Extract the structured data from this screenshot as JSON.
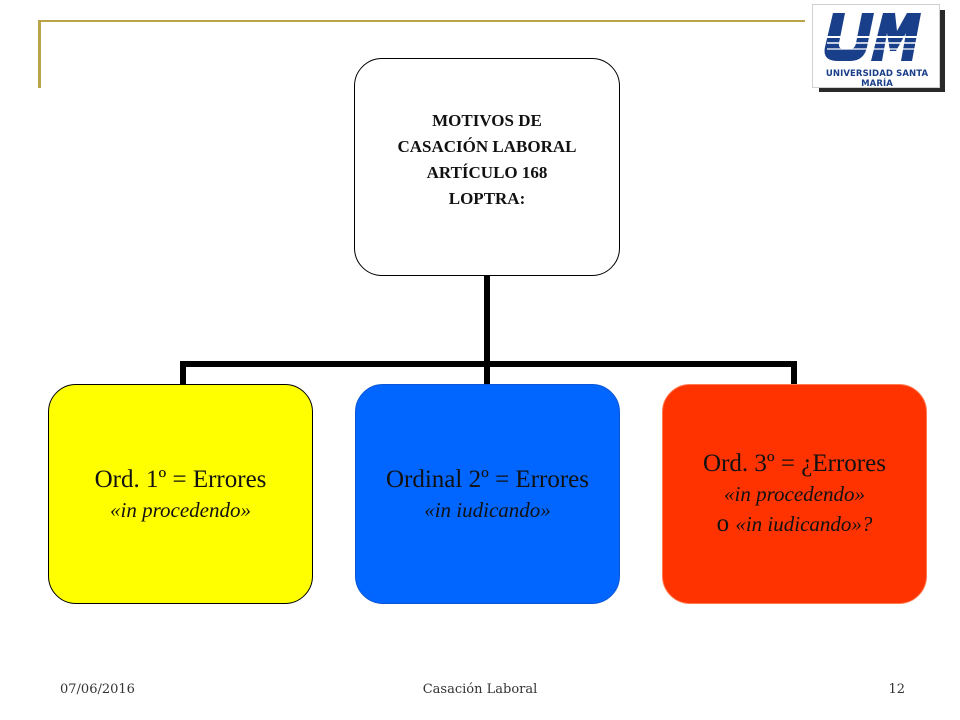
{
  "header": {
    "logo_text": "UNIVERSIDAD SANTA MARÍA",
    "logo_icon": "usm-logo-icon"
  },
  "diagram": {
    "root": {
      "lines": [
        "MOTIVOS DE",
        "CASACIÓN LABORAL",
        "ARTÍCULO 168",
        "LOPTRA:"
      ]
    },
    "children": [
      {
        "line1": "Ord. 1º = Errores",
        "line2": "«in procedendo»",
        "color": "#ffff00"
      },
      {
        "line1": "Ordinal 2º = Errores",
        "line2": "«in iudicando»",
        "color": "#0066ff"
      },
      {
        "line1": "Ord. 3º = ¿Errores",
        "line2": "«in procedendo»",
        "line3_prefix": "o",
        "line3": "«in iudicando»?",
        "color": "#ff3300"
      }
    ]
  },
  "footer": {
    "date": "07/06/2016",
    "title": "Casación Laboral",
    "page": "12"
  },
  "colors": {
    "accent_line": "#b9a44a",
    "logo_blue": "#1a3f8a"
  }
}
